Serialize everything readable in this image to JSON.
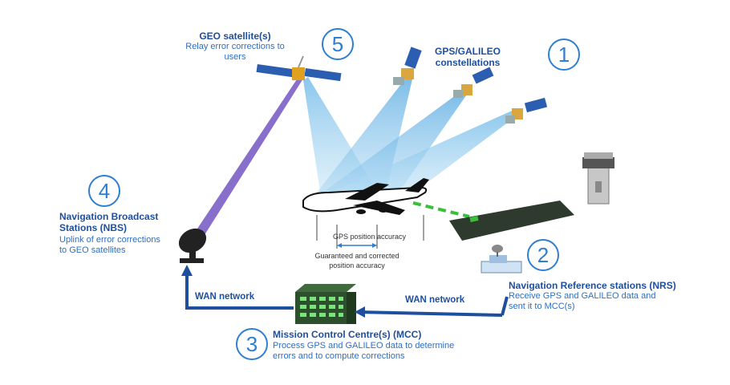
{
  "steps": [
    {
      "number": "1",
      "title": "GPS/GALILEO",
      "title2": "constellations",
      "desc": []
    },
    {
      "number": "2",
      "title": "Navigation Reference stations (NRS)",
      "desc": [
        "Receive GPS and GALILEO data and",
        "sent it to MCC(s)"
      ]
    },
    {
      "number": "3",
      "title": "Mission Control Centre(s) (MCC)",
      "desc": [
        "Process GPS and GALILEO data to determine",
        "errors and to compute corrections"
      ]
    },
    {
      "number": "4",
      "title": "Navigation Broadcast",
      "title2": "Stations (NBS)",
      "desc": [
        "Uplink of error corrections",
        "to GEO satellites"
      ]
    },
    {
      "number": "5",
      "title": "GEO satellite(s)",
      "desc": [
        "Relay error corrections to",
        "users"
      ]
    }
  ],
  "links": {
    "wan_left": "WAN network",
    "wan_right": "WAN network"
  },
  "accuracy": {
    "gps": "GPS position accuracy",
    "guaranteed1": "Guaranteed and corrected",
    "guaranteed2": "position accuracy"
  },
  "colors": {
    "accent_blue": "#2f7fd1",
    "title_blue": "#1e4f9e",
    "beam_blue": "#4aa3df",
    "geo_link_purple": "#7b5fc7"
  }
}
